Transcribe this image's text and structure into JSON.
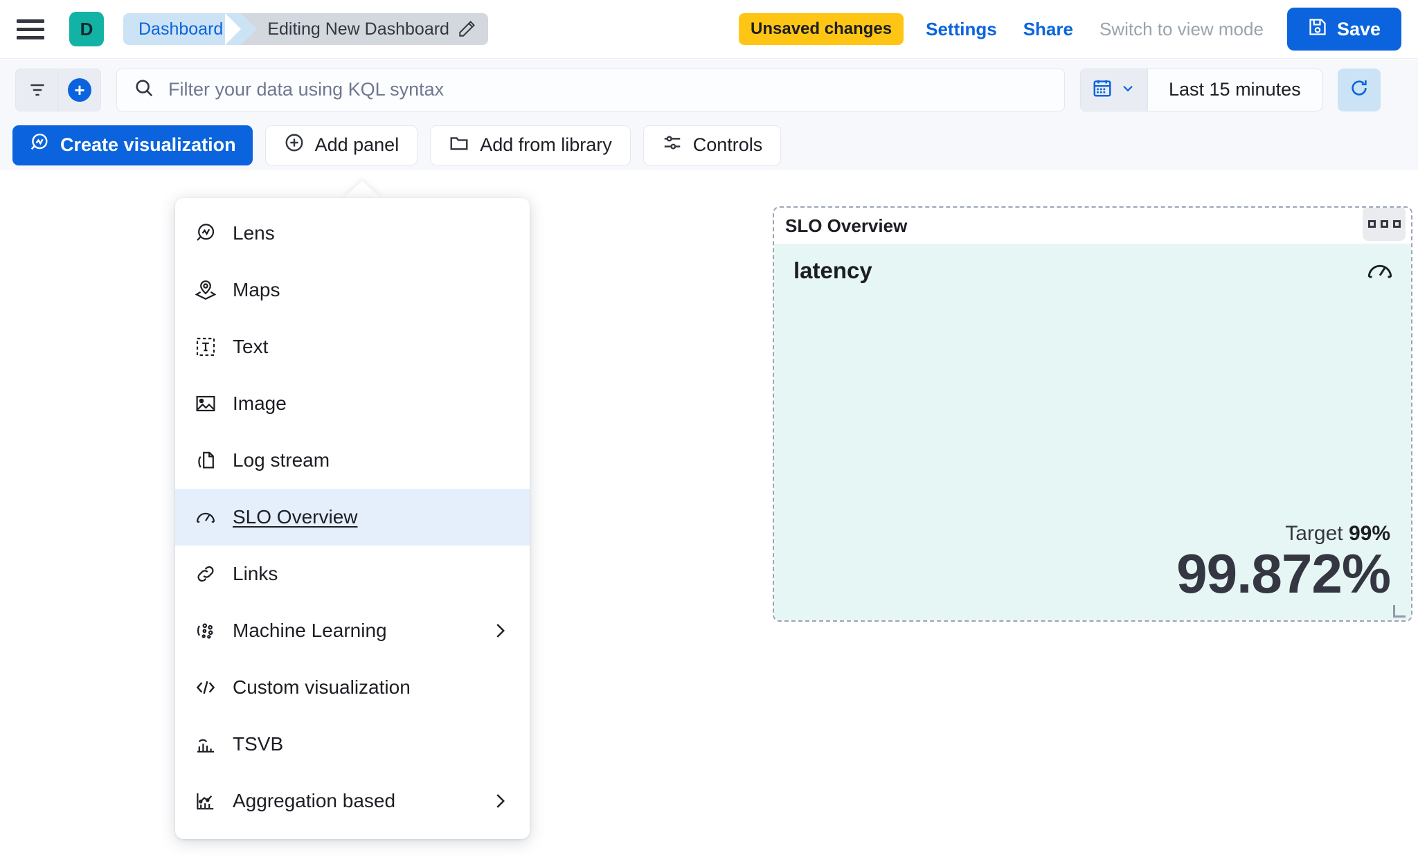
{
  "header": {
    "menu_icon": "hamburger-menu-icon",
    "space_initial": "D",
    "breadcrumbs": [
      {
        "label": "Dashboard"
      },
      {
        "label": "Editing New Dashboard"
      }
    ],
    "edit_icon": "pencil-icon",
    "unsaved_badge": "Unsaved changes",
    "settings_label": "Settings",
    "share_label": "Share",
    "view_mode_label": "Switch to view mode",
    "save_label": "Save",
    "save_icon": "save-disk-icon",
    "accent_color": "#0b64dd",
    "badge_color": "#fec514",
    "avatar_color": "#12b3a5"
  },
  "querybar": {
    "filter_icon": "filter-icon",
    "add_filter_icon": "plus-circle-icon",
    "search_icon": "search-icon",
    "placeholder": "Filter your data using KQL syntax",
    "value": "",
    "calendar_icon": "calendar-icon",
    "chevron_icon": "chevron-down-icon",
    "time_range": "Last 15 minutes",
    "refresh_icon": "refresh-icon"
  },
  "toolbar": {
    "create_visualization": "Create visualization",
    "create_visualization_icon": "lens-icon",
    "add_panel": "Add panel",
    "add_panel_icon": "plus-circle-icon",
    "add_from_library": "Add from library",
    "add_from_library_icon": "folder-icon",
    "controls": "Controls",
    "controls_icon": "sliders-icon"
  },
  "add_panel_menu": {
    "items": [
      {
        "label": "Lens",
        "icon": "lens-icon",
        "has_submenu": false,
        "selected": false
      },
      {
        "label": "Maps",
        "icon": "map-marker-icon",
        "has_submenu": false,
        "selected": false
      },
      {
        "label": "Text",
        "icon": "text-box-icon",
        "has_submenu": false,
        "selected": false
      },
      {
        "label": "Image",
        "icon": "image-icon",
        "has_submenu": false,
        "selected": false
      },
      {
        "label": "Log stream",
        "icon": "log-stream-icon",
        "has_submenu": false,
        "selected": false
      },
      {
        "label": "SLO Overview",
        "icon": "gauge-icon",
        "has_submenu": false,
        "selected": true
      },
      {
        "label": "Links",
        "icon": "link-icon",
        "has_submenu": false,
        "selected": false
      },
      {
        "label": "Machine Learning",
        "icon": "ml-icon",
        "has_submenu": true,
        "selected": false
      },
      {
        "label": "Custom visualization",
        "icon": "code-icon",
        "has_submenu": false,
        "selected": false
      },
      {
        "label": "TSVB",
        "icon": "tsvb-icon",
        "has_submenu": false,
        "selected": false
      },
      {
        "label": "Aggregation based",
        "icon": "agg-chart-icon",
        "has_submenu": true,
        "selected": false
      }
    ]
  },
  "slo_panel": {
    "title": "SLO Overview",
    "menu_icon": "panel-context-menu-icon",
    "slo_name": "latency",
    "gauge_icon": "gauge-icon",
    "target_label": "Target",
    "target_value": "99%",
    "sli_value": "99.872%",
    "background_color": "#e6f6f4",
    "resize_handle_icon": "resize-handle-icon"
  }
}
